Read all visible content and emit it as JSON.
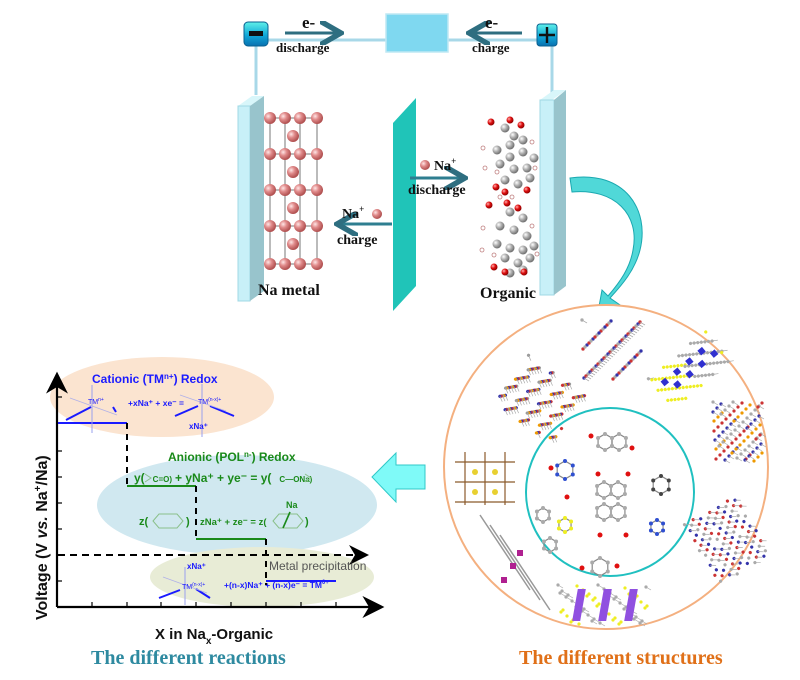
{
  "battery": {
    "electron_left": "e-",
    "electron_right": "e-",
    "discharge_top": "discharge",
    "charge_top": "charge",
    "minus_terminal": "−",
    "plus_terminal": "+",
    "anode_label": "Na metal",
    "cathode_label": "Organic",
    "na_ion_discharge": "Na",
    "na_ion_charge": "Na",
    "ion_sup": "+",
    "discharge_mid": "discharge",
    "charge_mid": "charge"
  },
  "reactions_panel": {
    "caption": "The different reactions",
    "xlabel_main": "X in Na",
    "xlabel_sub": "x",
    "xlabel_tail": "-Organic",
    "ylabel": "Voltage (V vs. Na+/Na)",
    "ylabel_parts": {
      "a": "Voltage (V ",
      "b": "vs.",
      "c": " Na",
      "sup": "+",
      "d": "/Na)"
    },
    "cationic_title": "Cationic (TM",
    "cationic_sup": "n+",
    "cationic_tail": ") Redox",
    "cationic_eq_left": "TM",
    "cationic_eq_left_sup": "n+",
    "cationic_eq_mid": "+xNa⁺ + xe⁻ =",
    "cationic_eq_right": "TM",
    "cationic_eq_right_sup": "(n-x)+",
    "cationic_eq_na": "xNa⁺",
    "anionic_title": "Anionic (POL",
    "anionic_sup": "n-",
    "anionic_tail": ") Redox",
    "anionic_eq1_a": "y(",
    "anionic_eq1_b": "C=O)",
    "anionic_eq1_c": "+ yNa⁺ + ye⁻ = y(",
    "anionic_eq1_d": "C—ONa)",
    "anionic_eq2_a": "z(",
    "anionic_eq2_b": ")",
    "anionic_eq2_c": "zNa⁺ + ze⁻ = z(",
    "anionic_eq2_d": ")",
    "anionic_eq2_na": "Na",
    "metal_label": "Metal precipitation",
    "metal_eq_na": "xNa⁺",
    "metal_eq_tm": "TM",
    "metal_eq_tm_sup": "(n-x)+",
    "metal_eq": "+(n-x)Na⁺ + (n-x)e⁻ =  TM",
    "metal_eq_sup": "0+"
  },
  "structures_panel": {
    "caption": "The different structures"
  },
  "colors": {
    "teal_arrow": "#2e6e80",
    "cyan": "#7fe8f5",
    "membrane": "#20c4b8",
    "cationic": "#1a1aff",
    "anionic": "#1a8a1a",
    "reactions_caption": "#2e8aa0",
    "structures_caption": "#e07018",
    "orange_circle": "#f4b080",
    "inner_circle": "#20c0c0"
  }
}
